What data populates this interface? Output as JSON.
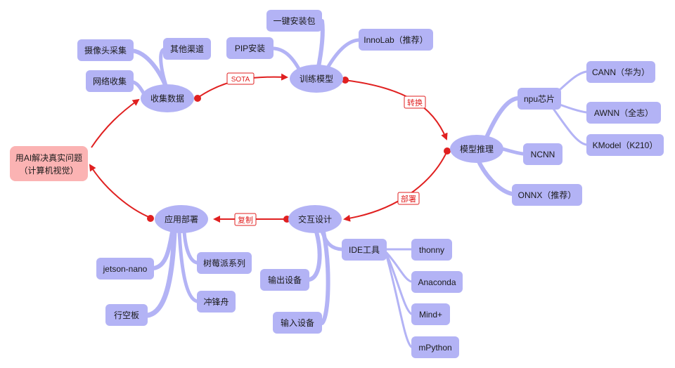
{
  "colors": {
    "node_fill": "#b3b3f5",
    "root_fill": "#fbb3b3",
    "branch": "#b3b3f5",
    "cycle": "#e02020",
    "text": "#1a1a1a"
  },
  "root": {
    "line1": "用AI解决真实问题",
    "line2": "（计算机视觉）"
  },
  "cycle_labels": {
    "sota": "SOTA",
    "convert": "转换",
    "deploy": "部署",
    "copy": "复制"
  },
  "nodes": {
    "collect": "收集数据",
    "train": "训练模型",
    "infer": "模型推理",
    "interact": "交互设计",
    "deploy": "应用部署"
  },
  "leaves": {
    "camera": "摄像头采集",
    "other": "其他渠道",
    "web": "网络收集",
    "pkg": "一键安装包",
    "pip": "PIP安装",
    "innolab": "InnoLab（推荐）",
    "npu": "npu芯片",
    "cann": "CANN（华为）",
    "awnn": "AWNN（全志）",
    "kmodel": "KModel（K210）",
    "ncnn": "NCNN",
    "onnx": "ONNX（推荐）",
    "ide": "IDE工具",
    "thonny": "thonny",
    "anaconda": "Anaconda",
    "mind": "Mind+",
    "mpython": "mPython",
    "out": "输出设备",
    "in": "输入设备",
    "jetson": "jetson-nano",
    "pi": "树莓派系列",
    "chong": "冲锋舟",
    "xing": "行空板"
  }
}
